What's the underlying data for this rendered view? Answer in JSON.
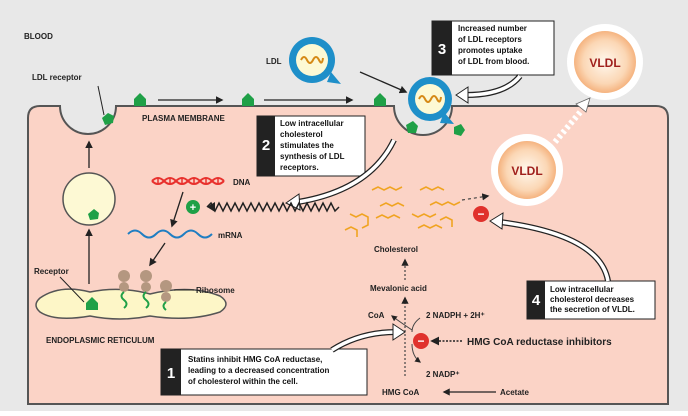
{
  "labels": {
    "blood": "BLOOD",
    "ldl_receptor": "LDL receptor",
    "ldl": "LDL",
    "plasma_membrane": "PLASMA MEMBRANE",
    "dna": "DNA",
    "mrna": "mRNA",
    "receptor": "Receptor",
    "ribosome": "Ribosome",
    "er": "ENDOPLASMIC RETICULUM",
    "cholesterol": "Cholesterol",
    "mevalonic_acid": "Mevalonic acid",
    "coa": "CoA",
    "nadph": "2 NADPH + 2H⁺",
    "nadp": "2 NADP⁺",
    "hmg_coa": "HMG CoA",
    "acetate": "Acetate",
    "inhibitors": "HMG CoA reductase inhibitors",
    "vldl_inside": "VLDL",
    "vldl_outside": "VLDL",
    "plus_sign": "+",
    "minus_sign": "−"
  },
  "steps": [
    {
      "number": "1",
      "lines": [
        "Statins inhibit HMG CoA reductase,",
        "leading to a decreased concentration",
        "of cholesterol within the cell."
      ]
    },
    {
      "number": "2",
      "lines": [
        "Low intracellular",
        "cholesterol",
        "stimulates the",
        "synthesis of LDL",
        "receptors."
      ]
    },
    {
      "number": "3",
      "lines": [
        "Increased number",
        "of LDL receptors",
        "promotes uptake",
        "of LDL from blood."
      ]
    },
    {
      "number": "4",
      "lines": [
        "Low intracellular",
        "cholesterol decreases",
        "the secretion of VLDL."
      ]
    }
  ],
  "colors": {
    "blood_bg": "#e8e8e8",
    "cell_bg": "#fbd3c6",
    "receptor_green": "#1fa047",
    "ldl_blue": "#1e8fc9",
    "dna_red": "#e8312d",
    "mrna_blue": "#1f7ec2",
    "vesicle": "#fdf9d4",
    "er": "#fdf6c7",
    "ribosome": "#b49780",
    "cholesterol": "#f0a422",
    "minus_red": "#e0312c"
  }
}
